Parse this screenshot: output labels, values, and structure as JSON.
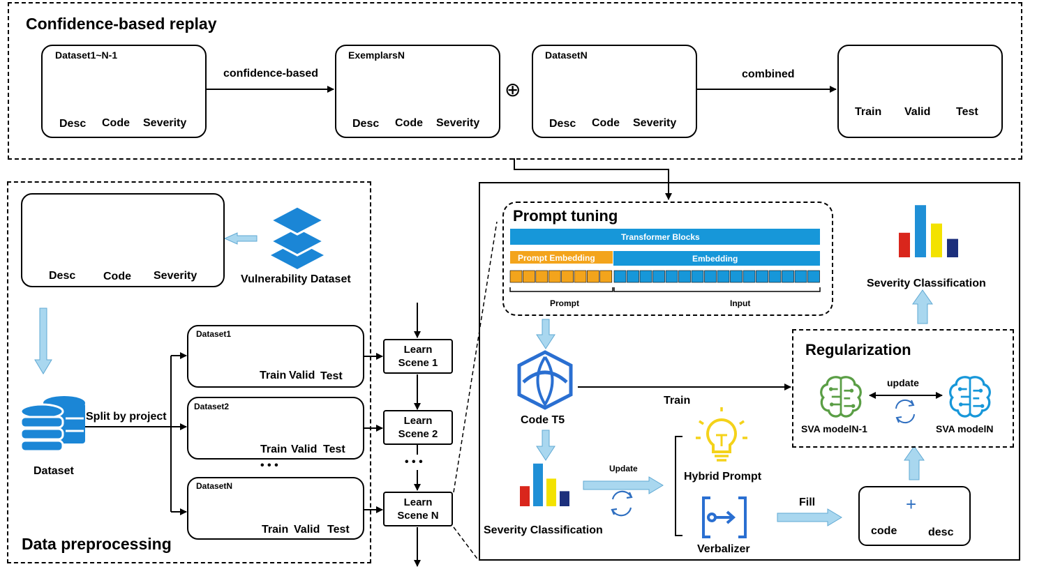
{
  "replay": {
    "title": "Confidence-based replay",
    "group1": {
      "title": "Dataset1~N-1",
      "items": [
        "Desc",
        "Code",
        "Severity"
      ]
    },
    "arrow1_label": "confidence-based",
    "group2": {
      "title": "ExemplarsN",
      "items": [
        "Desc",
        "Code",
        "Severity"
      ]
    },
    "oplus": "⊕",
    "group3": {
      "title": "DatasetN",
      "items": [
        "Desc",
        "Code",
        "Severity"
      ]
    },
    "arrow2_label": "combined",
    "splits": [
      "Train",
      "Valid",
      "Test"
    ]
  },
  "preprocessing": {
    "title": "Data preprocessing",
    "source_items": [
      "Desc",
      "Code",
      "Severity"
    ],
    "vuln_label": "Vulnerability Dataset",
    "dataset_label": "Dataset",
    "split_label": "Split by project",
    "datasets": [
      {
        "name": "Dataset1",
        "splits": [
          "Train",
          "Valid",
          "Test"
        ]
      },
      {
        "name": "Dataset2",
        "splits": [
          "Train",
          "Valid",
          "Test"
        ]
      },
      {
        "name": "DatasetN",
        "splits": [
          "Train",
          "Valid",
          "Test"
        ]
      }
    ],
    "ellipsis": "• • •",
    "scenes": [
      {
        "line1": "Learn",
        "line2": "Scene 1"
      },
      {
        "line1": "Learn",
        "line2": "Scene 2"
      },
      {
        "line1": "Learn",
        "line2": "Scene N"
      }
    ],
    "scene_ellipsis": "• • •"
  },
  "training": {
    "prompt_tuning": {
      "title": "Prompt tuning",
      "transformer": "Transformer Blocks",
      "prompt_embedding": "Prompt Embedding",
      "embedding": "Embedding",
      "prompt_label": "Prompt",
      "input_label": "Input"
    },
    "model_label": "Code T5",
    "train_label": "Train",
    "severity_bottom": "Severity Classification",
    "update_label": "Update",
    "hybrid_prompt": "Hybrid Prompt",
    "verbalizer": "Verbalizer",
    "fill_label": "Fill",
    "code_label": "code",
    "desc_label": "desc",
    "plus": "+",
    "severity_top": "Severity Classification",
    "regularization": {
      "title": "Regularization",
      "update_label": "update",
      "model_prev": "SVA modelN-1",
      "model_cur": "SVA modelN"
    }
  },
  "colors": {
    "green": "#5a9e45",
    "blue": "#2f6fc0",
    "red": "#d05a5a",
    "cyan": "#1797d9",
    "orange": "#f3a41c",
    "lightblue": "#a9d7ef",
    "arrow_blue": "#4472c4",
    "arrow_green": "#70ad47",
    "arrow_red": "#e06666",
    "bar_red": "#d9261c",
    "bar_blue": "#1f8fd6",
    "bar_yellow": "#f3e200",
    "bar_navy": "#1c2f7c",
    "bulb": "#f4d21a"
  },
  "chart_levels": [
    0.4,
    0.85,
    0.55,
    0.3
  ]
}
